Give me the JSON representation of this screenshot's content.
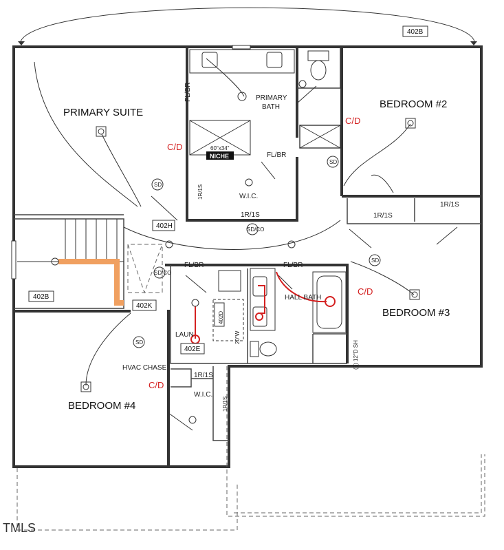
{
  "rooms": {
    "primary_suite": "PRIMARY SUITE",
    "bedroom2": "BEDROOM #2",
    "bedroom3": "BEDROOM #3",
    "bedroom4": "BEDROOM #4",
    "primary_bath_1": "PRIMARY",
    "primary_bath_2": "BATH",
    "wic_primary": "W.I.C.",
    "wic_bed4": "W.I.C.",
    "laundry": "LAUN",
    "hall_bath": "HALL BATH",
    "hvac_chase": "HVAC CHASE"
  },
  "tags": {
    "t402b_top": "402B",
    "t402b_stair": "402B",
    "t402h": "402H",
    "t402k": "402K",
    "t402e": "402E",
    "t402d": "402D"
  },
  "notes": {
    "fl_br_primary": "FL/BR",
    "fl_br_wic": "FL/BR",
    "fl_br_laundry": "FL/BR",
    "fl_br_hall": "FL/BR",
    "shower_size": "60\"x34\"",
    "niche": "NICHE",
    "shelf_primary_vertical": "1R/1S",
    "shelf_primary_wic": "1R/1S",
    "shelf_bed2": "1R/1S",
    "shelf_bed3": "1R/1S",
    "shelf_bed4_top": "1R/1S",
    "shelf_bed4_vertical": "1R/1S",
    "shelf_hall_closet": "(5) 12\"D SH",
    "dim_20": "20\"W",
    "sd": "SD",
    "sdco": "SD/CO",
    "cd": "C/D"
  },
  "watermark": "TMLS"
}
